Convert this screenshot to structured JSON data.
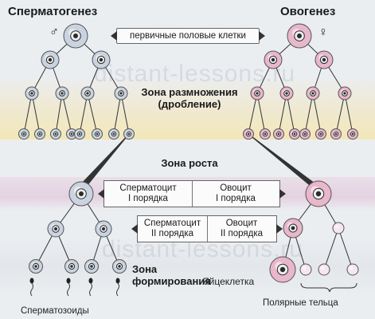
{
  "titles": {
    "spermatogenesis": "Сперматогенез",
    "oogenesis": "Овогенез",
    "male_symbol": "♂",
    "female_symbol": "♀"
  },
  "primary_cells_label": "первичные половые клетки",
  "zones": {
    "multiplication_line1": "Зона размножения",
    "multiplication_line2": "(дробление)",
    "growth": "Зона роста",
    "formation_line1": "Зона",
    "formation_line2": "формирования"
  },
  "first_order": {
    "left_line1": "Сперматоцит",
    "left_line2": "I порядка",
    "right_line1": "Овоцит",
    "right_line2": "I порядка"
  },
  "second_order": {
    "left_line1": "Сперматоцит",
    "left_line2": "II порядка",
    "right_line1": "Овоцит",
    "right_line2": "II порядка"
  },
  "labels": {
    "egg": "Яйцеклетка",
    "sperm": "Сперматозоиды",
    "polar": "Полярные тельца"
  },
  "watermark": "distant-lessons.ru",
  "colors": {
    "male_cell": "#c9d4e0",
    "female_cell": "#e8b7cb",
    "nucleus": "#2b2b2b",
    "background": "#ebeef1"
  }
}
